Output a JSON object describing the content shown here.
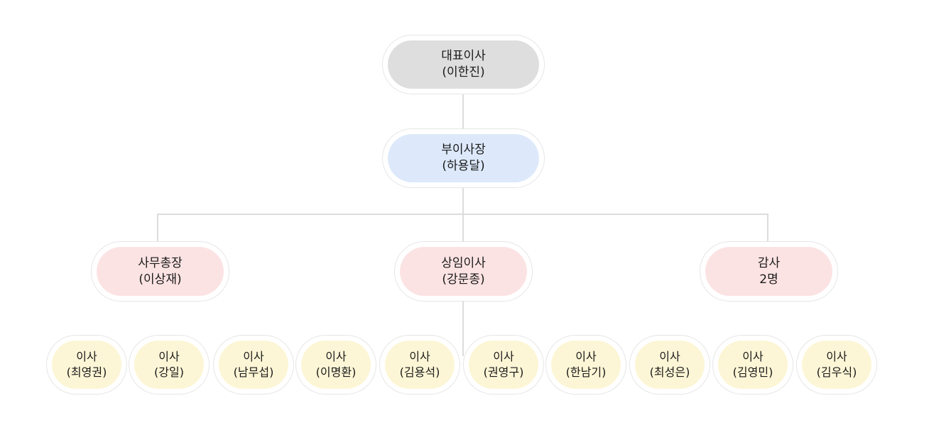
{
  "colors": {
    "ceo_fill": "#dedede",
    "vp_fill": "#dde9fb",
    "exec_fill": "#fce3e3",
    "director_fill": "#fdf6d6",
    "connector": "#dcdcdc"
  },
  "ceo": {
    "title": "대표이사",
    "name": "(이한진)"
  },
  "vice_president": {
    "title": "부이사장",
    "name": "(하용달)"
  },
  "executives": [
    {
      "title": "사무총장",
      "name": "(이상재)"
    },
    {
      "title": "상임이사",
      "name": "(강문종)"
    },
    {
      "title": "감사",
      "name": "2명"
    }
  ],
  "directors": [
    {
      "title": "이사",
      "name": "(최영권)"
    },
    {
      "title": "이사",
      "name": "(강일)"
    },
    {
      "title": "이사",
      "name": "(남무섭)"
    },
    {
      "title": "이사",
      "name": "(이명환)"
    },
    {
      "title": "이사",
      "name": "(김용석)"
    },
    {
      "title": "이사",
      "name": "(권영구)"
    },
    {
      "title": "이사",
      "name": "(한남기)"
    },
    {
      "title": "이사",
      "name": "(최성은)"
    },
    {
      "title": "이사",
      "name": "(김영민)"
    },
    {
      "title": "이사",
      "name": "(김우식)"
    }
  ]
}
